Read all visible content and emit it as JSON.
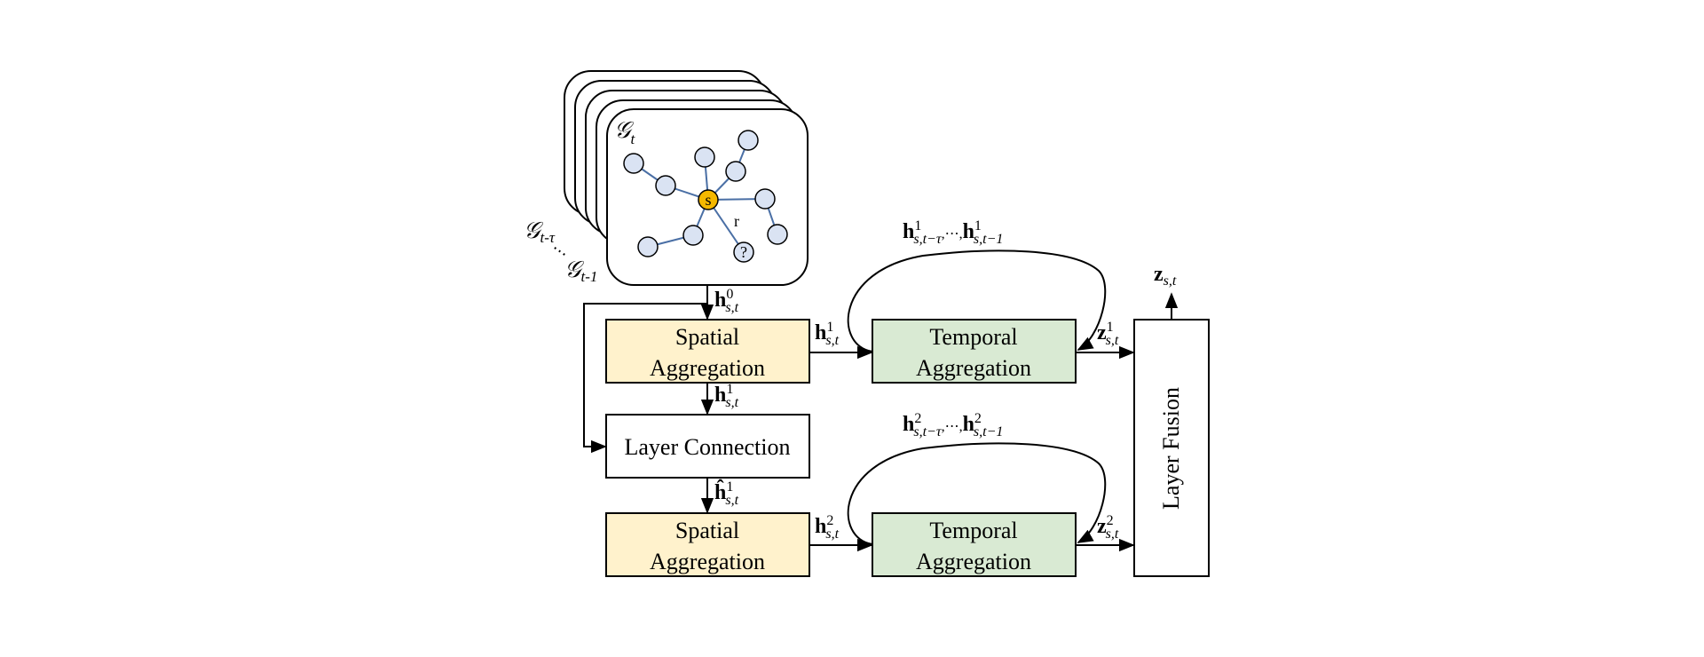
{
  "blocks": {
    "spatial_1": [
      "Spatial",
      "Aggregation"
    ],
    "spatial_2": [
      "Spatial",
      "Aggregation"
    ],
    "temporal_1": [
      "Temporal",
      "Aggregation"
    ],
    "temporal_2": [
      "Temporal",
      "Aggregation"
    ],
    "layer_connection": "Layer Connection",
    "layer_fusion": "Layer Fusion"
  },
  "graph": {
    "snapshot_label": "𝒢",
    "snapshot_sub": "t",
    "prev_label": "𝒢",
    "prev_sub": "t-1",
    "first_label": "𝒢",
    "first_sub": "t-τ",
    "ellipsis": "⋯",
    "center_node": "s",
    "relation": "r",
    "query_node": "?"
  },
  "labels": {
    "h": "h",
    "z": "z",
    "hat_h": "ĥ",
    "st": "s,t",
    "sup0": "0",
    "sup1": "1",
    "sup2": "2",
    "seq_sub_a": "s,t−τ",
    "seq_mid": ",⋯,",
    "seq_sub_b": "s,t−1"
  },
  "colors": {
    "spatial_fill": "#fff2cc",
    "temporal_fill": "#d9ead3",
    "node_fill": "#dae3f3",
    "center_fill": "#f5b800",
    "edge": "#4a6fa5"
  }
}
